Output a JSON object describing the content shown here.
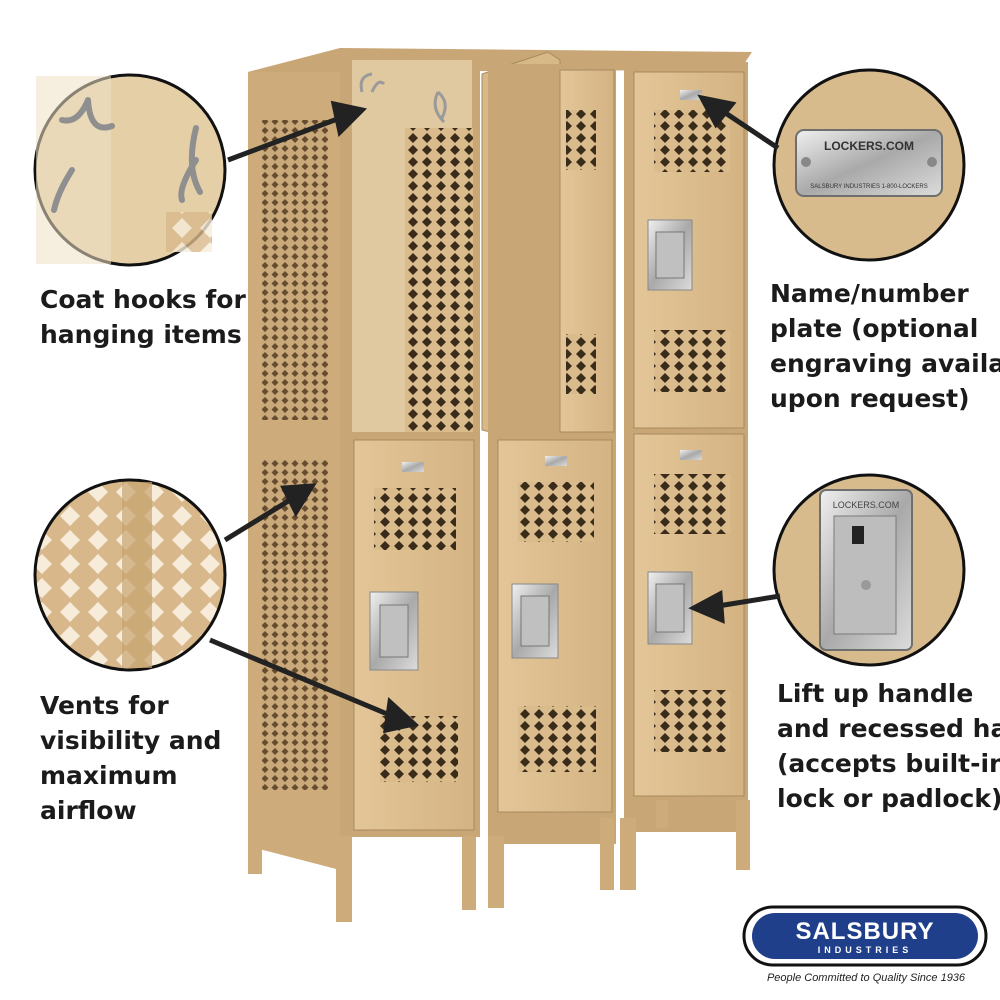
{
  "captions": {
    "coat_hooks": [
      "Coat hooks for",
      "hanging items"
    ],
    "vents": [
      "Vents for",
      "visibility and",
      "maximum",
      "airflow"
    ],
    "plate": [
      "Name/number",
      "plate (optional",
      "engraving available",
      "upon request)"
    ],
    "handle": [
      "Lift up handle",
      "and recessed hasp",
      "(accepts built-in",
      "lock or padlock)"
    ]
  },
  "product": {
    "plate_text": "LOCKERS.COM",
    "plate_small_text": "SALSBURY INDUSTRIES   1-800-LOCKERS",
    "handle_label": "LOCKERS.COM"
  },
  "brand": {
    "name": "SALSBURY",
    "sub": "INDUSTRIES",
    "tagline": "People Committed to Quality Since 1936"
  },
  "colors": {
    "locker_tan": "#d8b98a",
    "locker_shadow": "#b8976a",
    "caption_text": "#1b1b1b",
    "logo_blue": "#1f3f8a"
  }
}
